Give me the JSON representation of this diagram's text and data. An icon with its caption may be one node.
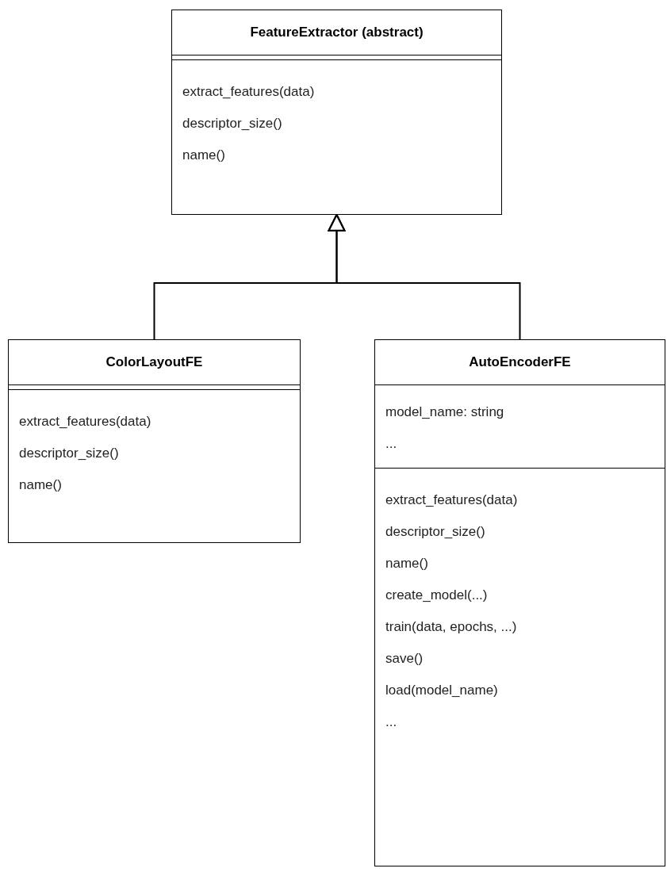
{
  "diagram": {
    "nodes": [
      {
        "text": [
          "FeatureExtractor (abstract)"
        ]
      },
      {
        "text": [],
        "shape": "box",
        "in": 0
      },
      {
        "text": [
          "extract_features(data)",
          "descriptor_size()",
          "name()"
        ],
        "in": 0
      },
      {
        "text": [
          "ColorLayoutFE"
        ]
      },
      {
        "text": [],
        "shape": "box",
        "in": 3
      },
      {
        "text": [
          "extract_features(data)",
          "descriptor_size()",
          "name()"
        ],
        "in": 3
      },
      {
        "text": [
          "AutoEncoderFE"
        ]
      },
      {
        "text": [
          "model_name: string",
          "..."
        ],
        "in": 6
      },
      {
        "text": [
          "extract_features(data)",
          "descriptor_size()",
          "name()",
          "create_model(...)",
          "train(data, epochs, ...)",
          "save()",
          "load(model_name)",
          "..."
        ],
        "in": 6
      }
    ],
    "edges": [
      {
        "from": 3,
        "to": 0,
        "arrow": "to"
      },
      {
        "from": 6,
        "to": 0,
        "arrow": "to"
      }
    ]
  }
}
